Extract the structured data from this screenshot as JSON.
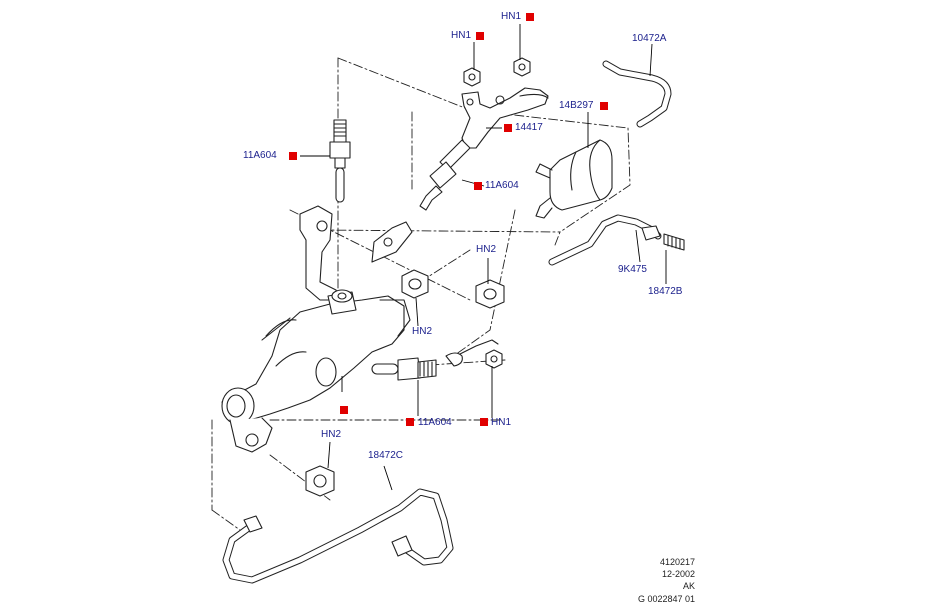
{
  "colors": {
    "label": "#1a1f8c",
    "marker": "#e00000",
    "line": "#222222",
    "leader": "#000000"
  },
  "callouts": [
    {
      "id": "hn1-top",
      "text": "HN1",
      "marker": true
    },
    {
      "id": "hn1-left",
      "text": "HN1",
      "marker": true
    },
    {
      "id": "10472a",
      "text": "10472A",
      "marker": false
    },
    {
      "id": "14b297",
      "text": "14B297",
      "marker": true
    },
    {
      "id": "14417",
      "text": "14417",
      "marker": true
    },
    {
      "id": "11a604-left",
      "text": "11A604",
      "marker": true
    },
    {
      "id": "11a604-mid",
      "text": "11A604",
      "marker": true
    },
    {
      "id": "hn2-right",
      "text": "HN2",
      "marker": false
    },
    {
      "id": "9k475",
      "text": "9K475",
      "marker": false
    },
    {
      "id": "18472b",
      "text": "18472B",
      "marker": false
    },
    {
      "id": "hn2-mid",
      "text": "HN2",
      "marker": false
    },
    {
      "id": "11a604-bottom",
      "text": "11A604",
      "marker": true
    },
    {
      "id": "hn1-bottom",
      "text": "HN1",
      "marker": true
    },
    {
      "id": "hn2-bottom",
      "text": "HN2",
      "marker": false
    },
    {
      "id": "18472c",
      "text": "18472C",
      "marker": false
    }
  ],
  "footer": {
    "line1": "4120217",
    "line2": "12-2002",
    "line3": "AK",
    "line4": "G 0022847 01"
  }
}
